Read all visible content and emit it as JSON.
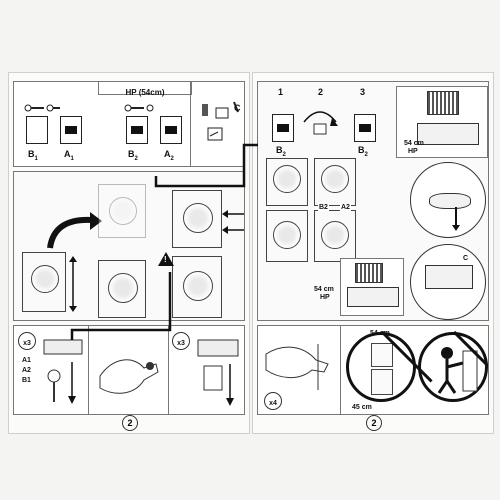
{
  "left_sheet": {
    "header": "HP (54cm)",
    "parts": {
      "b1": "B",
      "b1_sub": "1",
      "a1": "A",
      "a1_sub": "1",
      "b2": "B",
      "b2_sub": "2",
      "a2": "A",
      "a2_sub": "2",
      "c": "C"
    },
    "step_x3_a": "x3",
    "step_x3_b": "x3",
    "list_a1": "A1",
    "list_a2": "A2",
    "list_b1": "B1",
    "page_number": "2"
  },
  "right_sheet": {
    "steps": [
      "1",
      "2",
      "3"
    ],
    "b2_label_a": "B",
    "b2_label_a_sub": "2",
    "b2_label_b": "B",
    "b2_label_b_sub": "2",
    "hp_label_top": "54 cm",
    "hp_label_top_2": "HP",
    "hp_label_bottom": "54 cm",
    "hp_label_bottom_2": "HP",
    "b2_tag": "B2",
    "a2_tag": "A2",
    "c_tag": "C",
    "step_x4": "x4",
    "dim_54": "54 cm",
    "dim_45": "45 cm",
    "page_number": "2"
  },
  "icons": [
    "warning-icon",
    "no-sign-icon",
    "arrow-icon",
    "screwdriver-icon"
  ]
}
